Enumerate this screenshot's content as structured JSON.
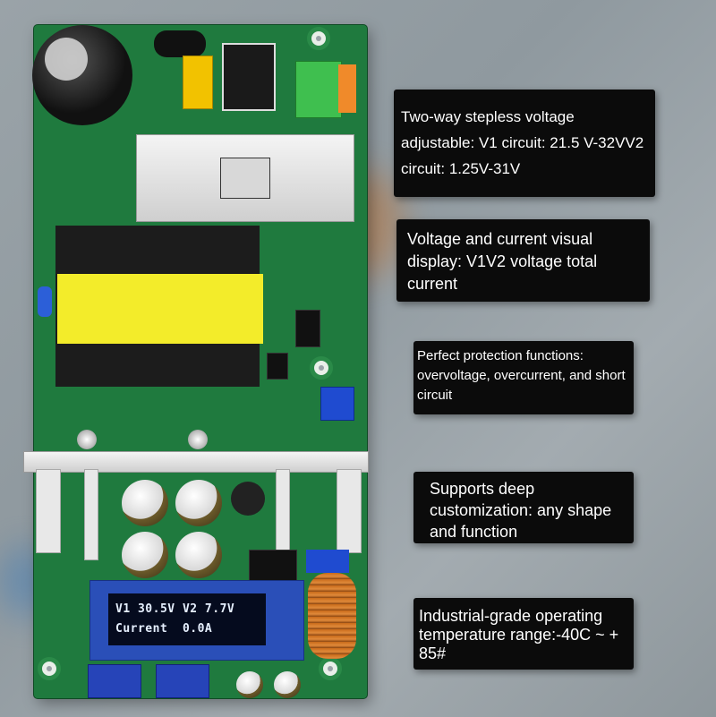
{
  "image": {
    "description_hidden": "",
    "oled": {
      "line1": "V1 30.5V V2 7.7V",
      "line2": "Current  0.0A"
    }
  },
  "callouts": [
    {
      "text": "Two-way stepless voltage adjustable: V1 circuit: 21.5 V-32VV2 circuit: 1.25V-31V"
    },
    {
      "text": "Voltage and current visual display: V1V2 voltage total current"
    },
    {
      "text": "Perfect protection functions: overvoltage, overcurrent, and short circuit"
    },
    {
      "text": "Supports deep customization: any shape and function"
    },
    {
      "text": "Industrial-grade operating temperature range:-40C ~ + 85#"
    }
  ],
  "colors": {
    "pcb": "#1f7a3e",
    "callout_bg": "#0b0b0b",
    "callout_text": "#ffffff",
    "transformer_tape": "#f3ec2a",
    "terminal_blue": "#2644b8"
  }
}
